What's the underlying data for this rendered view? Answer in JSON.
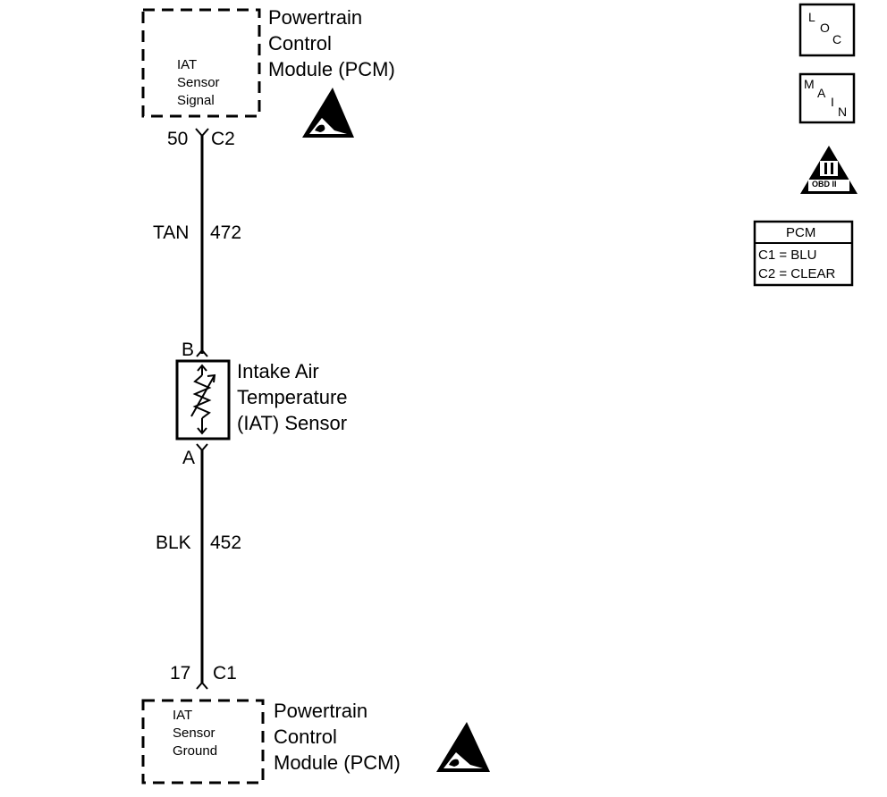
{
  "top_module": {
    "name_lines": [
      "Powertrain",
      "Control",
      "Module (PCM)"
    ],
    "box_lines": [
      "IAT",
      "Sensor",
      "Signal"
    ],
    "pin": "50",
    "connector": "C2"
  },
  "wire_top": {
    "color": "TAN",
    "circuit": "472"
  },
  "sensor": {
    "name_lines": [
      "Intake Air",
      "Temperature",
      "(IAT) Sensor"
    ],
    "pin_top": "B",
    "pin_bottom": "A"
  },
  "wire_bottom": {
    "color": "BLK",
    "circuit": "452"
  },
  "bottom_module": {
    "name_lines": [
      "Powertrain",
      "Control",
      "Module (PCM)"
    ],
    "box_lines": [
      "IAT",
      "Sensor",
      "Ground"
    ],
    "pin": "17",
    "connector": "C1"
  },
  "icons": {
    "loc": {
      "letters": [
        "L",
        "O",
        "C"
      ]
    },
    "main": {
      "letters": [
        "M",
        "A",
        "I",
        "N"
      ]
    },
    "obd": {
      "text": "OBD II"
    }
  },
  "connector_legend": {
    "title": "PCM",
    "rows": [
      "C1 = BLU",
      "C2 = CLEAR"
    ]
  }
}
